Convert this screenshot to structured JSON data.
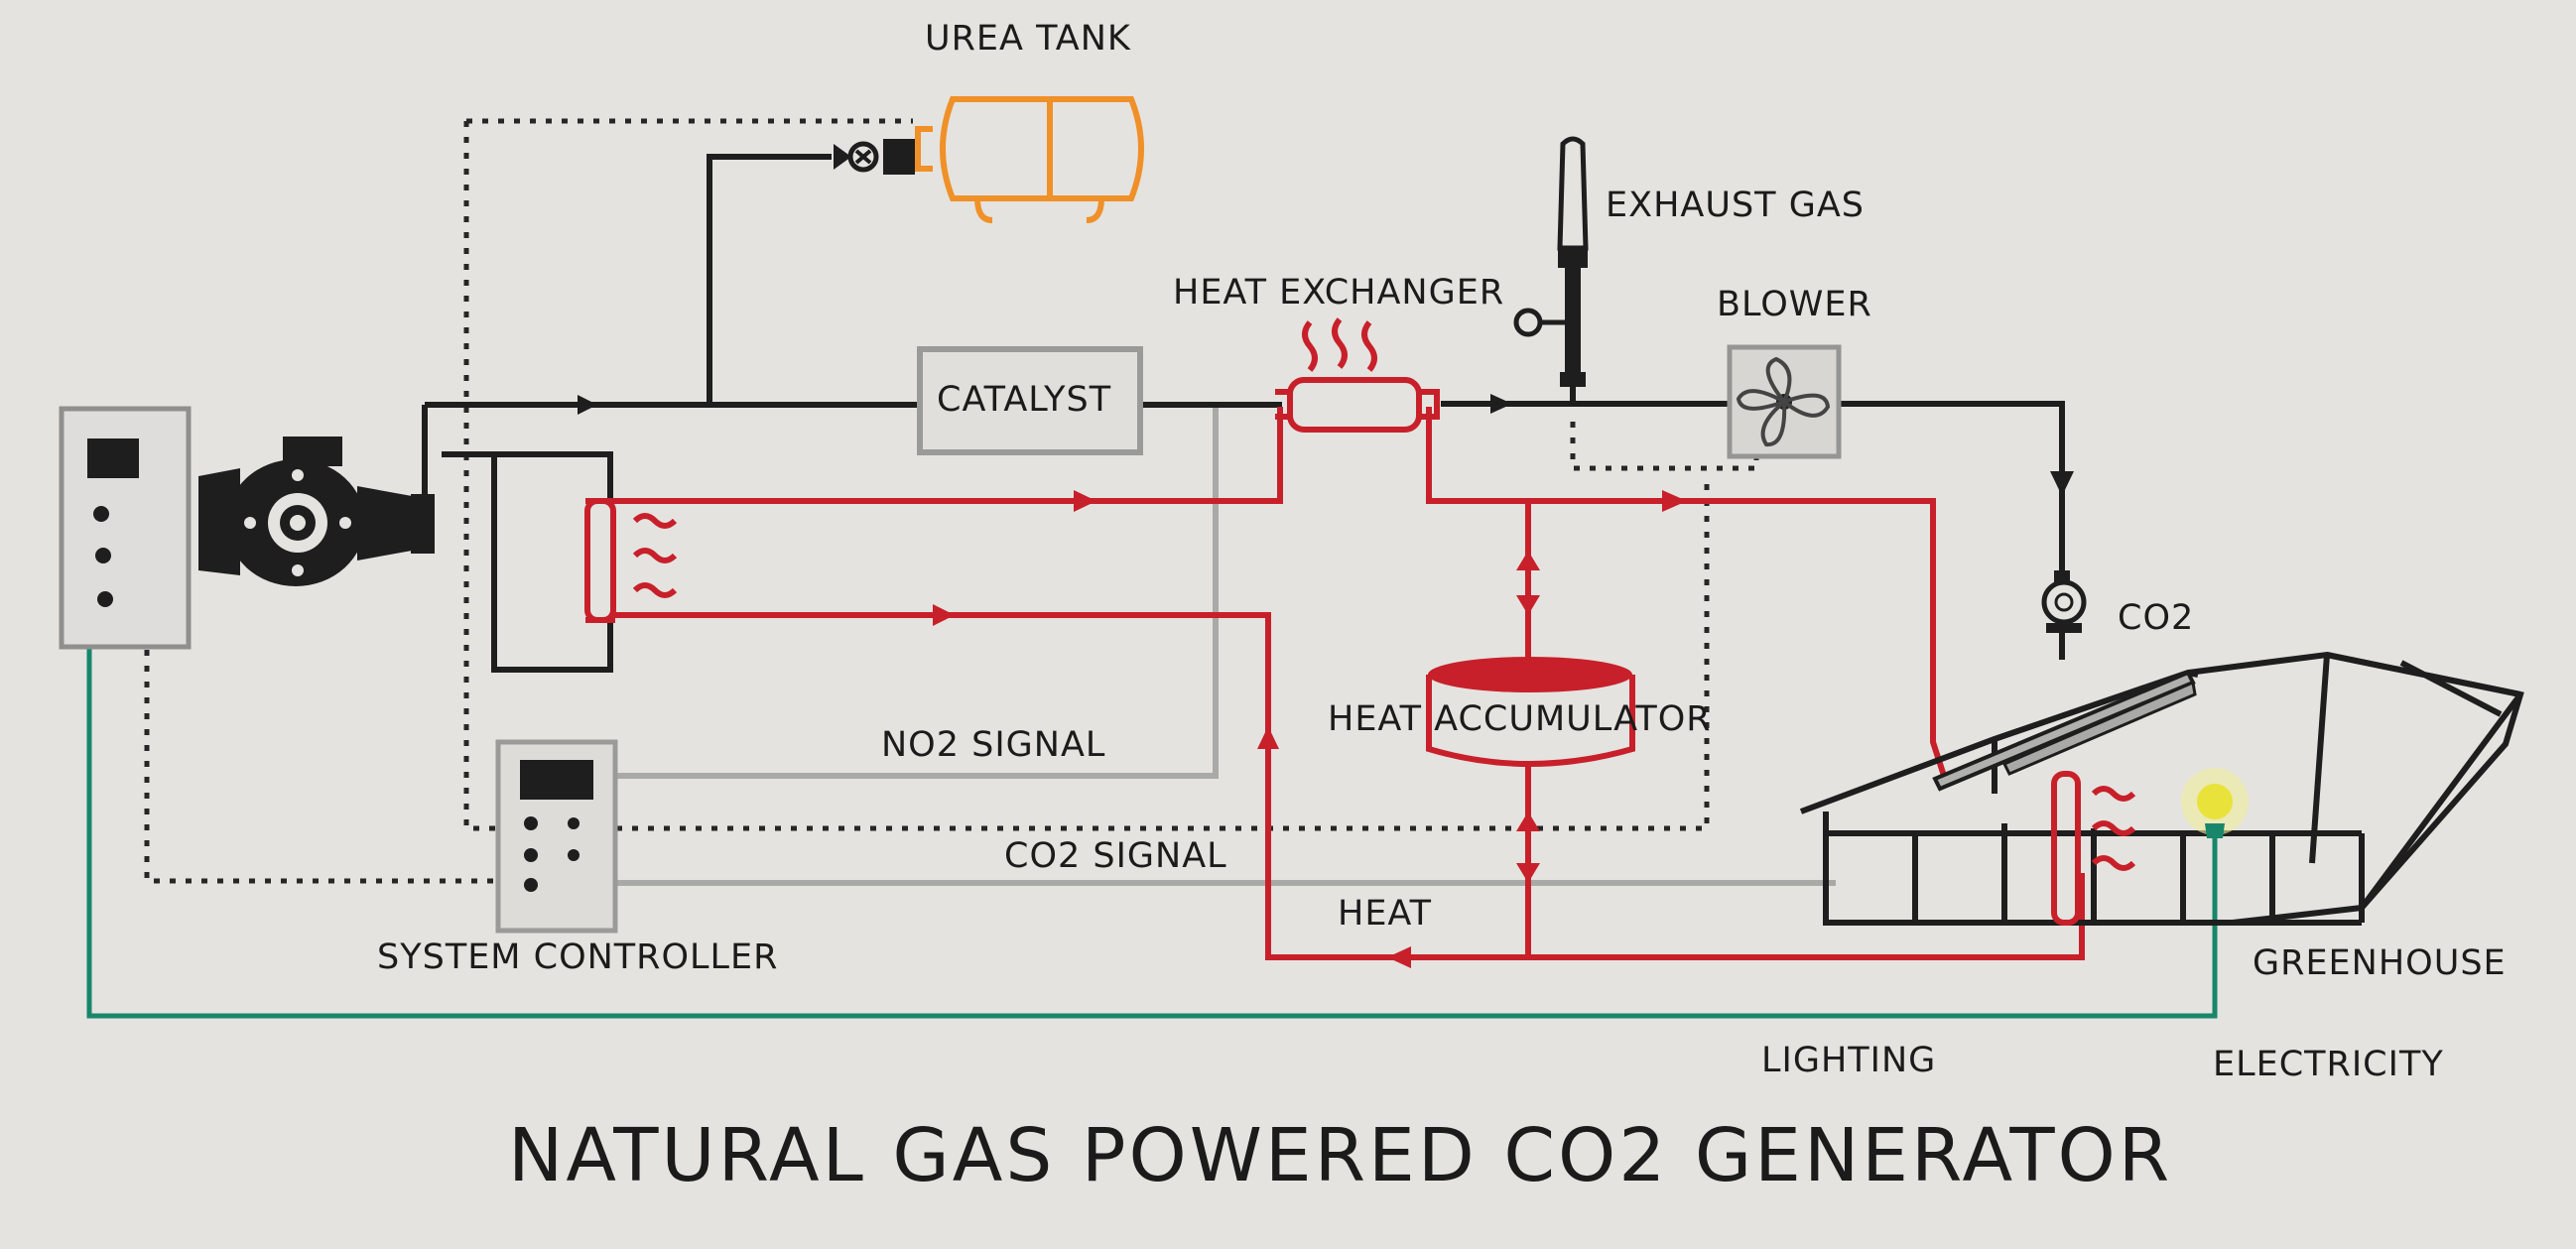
{
  "title": "NATURAL GAS POWERED CO2 GENERATOR",
  "labels": {
    "urea_tank": "UREA TANK",
    "exhaust_gas": "EXHAUST GAS",
    "heat_exchanger": "HEAT EXCHANGER",
    "blower": "BLOWER",
    "catalyst": "CATALYST",
    "co2": "CO2",
    "heat_accumulator": "HEAT ACCUMULATOR",
    "no2_signal": "NO2 SIGNAL",
    "co2_signal": "CO2 SIGNAL",
    "heat": "HEAT",
    "system_controller": "SYSTEM CONTROLLER",
    "greenhouse": "GREENHOUSE",
    "lighting": "LIGHTING",
    "electricity": "ELECTRICITY"
  },
  "colors": {
    "background": "#e4e3df",
    "ink": "#1e1e1e",
    "heat_loop": "#c8202a",
    "signal": "#a9a9a7",
    "electric": "#18866a",
    "urea_tank": "#f09028",
    "lamp": "#e8e23a"
  },
  "icons": [
    "generator-icon",
    "engine-icon",
    "valve-icon",
    "urea-tank-icon",
    "chimney-icon",
    "fan-icon",
    "flow-meter-icon",
    "greenhouse-icon",
    "lamp-icon",
    "heat-waves-icon"
  ]
}
